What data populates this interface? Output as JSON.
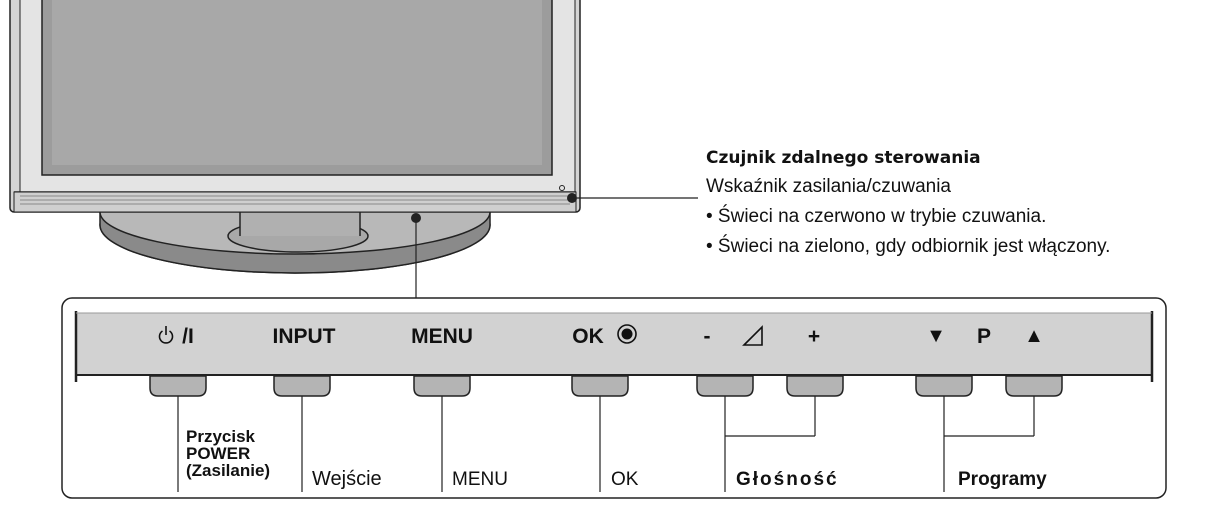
{
  "callout": {
    "sensor_label": "Czujnik zdalnego sterowania",
    "indicator_label": "Wskaźnik zasilania/czuwania",
    "bullet_1": "• Świeci na czerwono w trybie czuwania.",
    "bullet_2": "• Świeci na zielono, gdy odbiornik jest włączony."
  },
  "panel_buttons": {
    "power": "/I",
    "input": "INPUT",
    "menu": "MENU",
    "ok": "OK",
    "vol_minus": "-",
    "vol_plus": "+",
    "prog_down": "▼",
    "prog_p": "P",
    "prog_up": "▲"
  },
  "descriptions": {
    "power_line1": "Przycisk",
    "power_line2": "POWER",
    "power_line3": "(Zasilanie)",
    "input": "Wejście",
    "menu": "MENU",
    "ok": "OK",
    "volume": "Głośność",
    "programs": "Programy"
  }
}
